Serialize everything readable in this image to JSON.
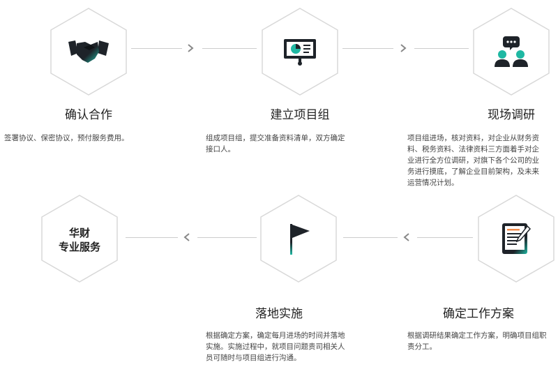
{
  "steps": [
    {
      "title": "确认合作",
      "desc": "签署协议、保密协议，预付服务费用。"
    },
    {
      "title": "建立项目组",
      "desc": "组成项目组，提交准备资料清单，双方确定接口人。"
    },
    {
      "title": "现场调研",
      "desc": "项目组进场，核对资料，对企业从财务资料、税务资料、法律资料三方面着手对企业进行全方位调研，对旗下各个公司的业务进行摸底，了解企业目前架构，及未来运营情况计划。"
    },
    {
      "title": "确定工作方案",
      "desc": "根据调研结果确定工作方案，明确项目组职责分工。"
    },
    {
      "title": "落地实施",
      "desc": "根据确定方案，确定每月进场的时间并落地实施。实施过程中，就项目问题贵司相关人员可随时与项目组进行沟通。"
    }
  ],
  "final": {
    "line1": "华财",
    "line2": "专业服务"
  },
  "icons": {
    "step1": "handshake-icon",
    "step2": "presentation-board-icon",
    "step3": "consultation-people-icon",
    "step4": "document-edit-icon",
    "step5": "flag-icon"
  },
  "colors": {
    "accent": "#1fb8a3",
    "dark": "#1e2329",
    "hex_border": "#d8d8d8",
    "connector": "#cccccc"
  }
}
